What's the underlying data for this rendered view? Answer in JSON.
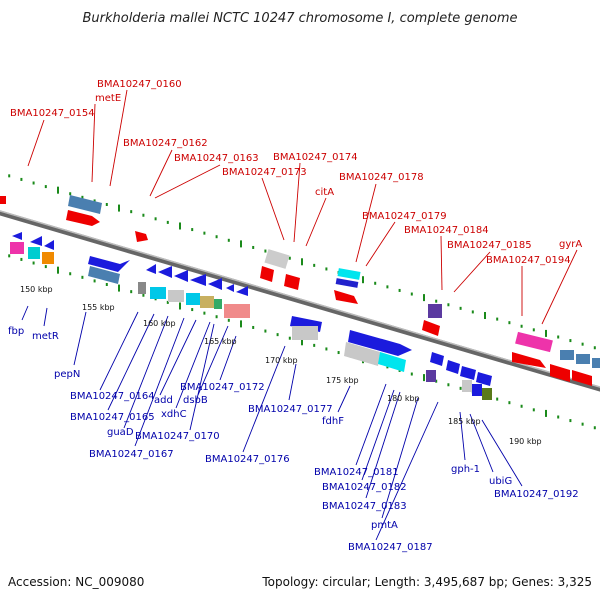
{
  "title": "Burkholderia mallei NCTC 10247 chromosome I, complete genome",
  "footer": {
    "accession": "Accession: NC_009080",
    "summary": "Topology: circular; Length: 3,495,687 bp; Genes: 3,325"
  },
  "colors": {
    "top_strand_label": "#cc0000",
    "bottom_strand_label": "#0000aa",
    "backbone": "#888888",
    "tick": "#1a8a1a"
  },
  "kbp_labels": [
    "150 kbp",
    "155 kbp",
    "160 kbp",
    "165 kbp",
    "170 kbp",
    "175 kbp",
    "180 kbp",
    "185 kbp",
    "190 kbp"
  ],
  "top_labels": [
    "BMA10247_0154",
    "BMA10247_0160",
    "metE",
    "BMA10247_0162",
    "BMA10247_0163",
    "BMA10247_0173",
    "BMA10247_0174",
    "citA",
    "BMA10247_0178",
    "BMA10247_0179",
    "BMA10247_0184",
    "BMA10247_0185",
    "BMA10247_0194",
    "gyrA"
  ],
  "bottom_labels": [
    "fbp",
    "metR",
    "pepN",
    "BMA10247_0164",
    "BMA10247_0165",
    "guaD",
    "BMA10247_0167",
    "add",
    "xdhC",
    "BMA10247_0170",
    "dsbB",
    "BMA10247_0172",
    "BMA10247_0176",
    "BMA10247_0177",
    "fdhF",
    "BMA10247_0181",
    "BMA10247_0182",
    "BMA10247_0183",
    "pmtA",
    "BMA10247_0187",
    "gph-1",
    "ubiG",
    "BMA10247_0192"
  ]
}
